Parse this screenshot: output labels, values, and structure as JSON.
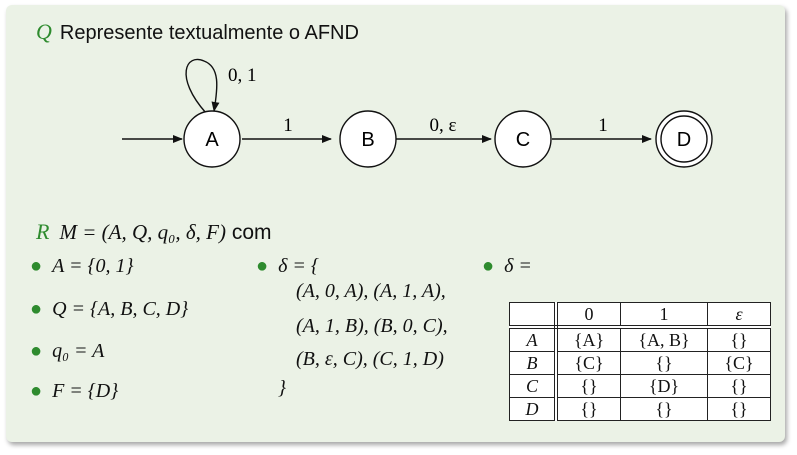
{
  "question": {
    "symbol": "Q",
    "text": "Represente textualmente o AFND"
  },
  "automaton": {
    "states": [
      "A",
      "B",
      "C",
      "D"
    ],
    "initial": "A",
    "final": "D",
    "transitions": [
      {
        "from": "A",
        "to": "A",
        "label": "0, 1"
      },
      {
        "from": "A",
        "to": "B",
        "label": "1"
      },
      {
        "from": "B",
        "to": "C",
        "label": "0, ε"
      },
      {
        "from": "C",
        "to": "D",
        "label": "1"
      }
    ]
  },
  "answer": {
    "symbol": "R",
    "definition": "M = (A, Q, q₀, δ, F)",
    "definition_suffix": "com",
    "items": [
      "A = {0, 1}",
      "Q = {A, B, C, D}",
      "q₀ = A",
      "F = {D}"
    ],
    "delta_set": {
      "open": "δ = {",
      "lines": [
        "(A, 0, A), (A, 1, A),",
        "(A, 1, B), (B, 0, C),",
        "(B, ε, C), (C, 1, D)"
      ],
      "close": "}"
    },
    "delta_table": {
      "label": "δ =",
      "columns": [
        "",
        "0",
        "1",
        "ε"
      ],
      "rows": [
        {
          "state": "A",
          "cells": [
            "{A}",
            "{A, B}",
            "{}"
          ]
        },
        {
          "state": "B",
          "cells": [
            "{C}",
            "{}",
            "{C}"
          ]
        },
        {
          "state": "C",
          "cells": [
            "{}",
            "{D}",
            "{}"
          ]
        },
        {
          "state": "D",
          "cells": [
            "{}",
            "{}",
            "{}"
          ]
        }
      ]
    }
  },
  "colors": {
    "card_background": "#ebf2e6",
    "bullet_green": "#2e8b2e"
  }
}
